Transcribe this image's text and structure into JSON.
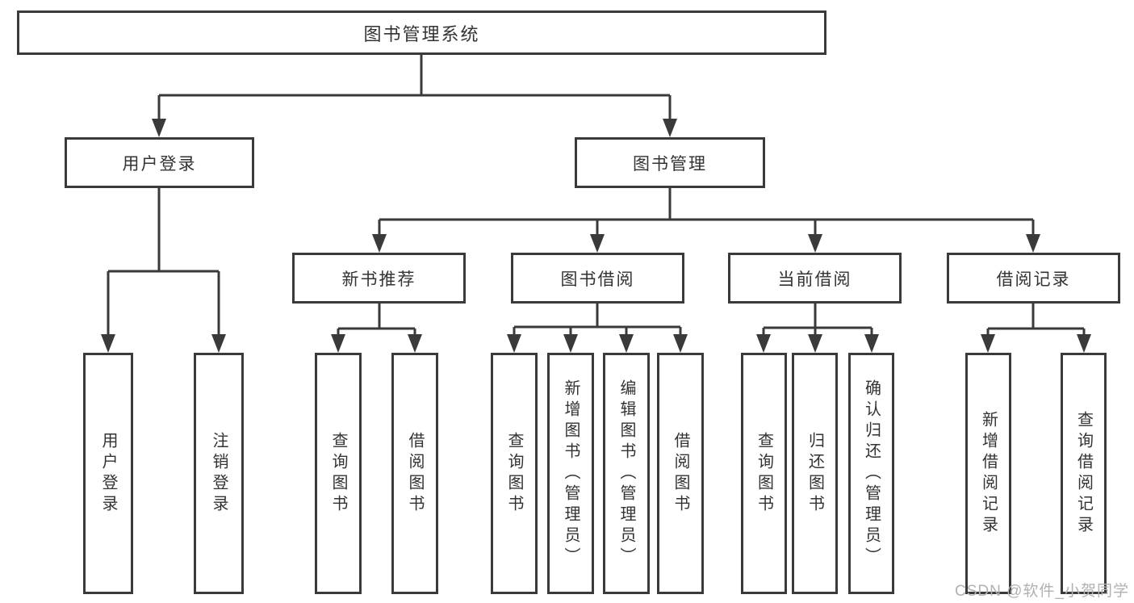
{
  "colors": {
    "line": "#3a3a3a",
    "box_border": "#3a3a3a",
    "box_fill": "#ffffff",
    "text": "#333333",
    "watermark": "#b1b1b1"
  },
  "tree": {
    "root": {
      "label": "图书管理系统"
    },
    "children": [
      {
        "label": "用户登录",
        "children": [
          {
            "label": "用户登录"
          },
          {
            "label": "注销登录"
          }
        ]
      },
      {
        "label": "图书管理",
        "children": [
          {
            "label": "新书推荐",
            "children": [
              {
                "label": "查询图书"
              },
              {
                "label": "借阅图书"
              }
            ]
          },
          {
            "label": "图书借阅",
            "children": [
              {
                "label": "查询图书"
              },
              {
                "label": "新增图书（管理员）"
              },
              {
                "label": "编辑图书（管理员）"
              },
              {
                "label": "借阅图书"
              }
            ]
          },
          {
            "label": "当前借阅",
            "children": [
              {
                "label": "查询图书"
              },
              {
                "label": "归还图书"
              },
              {
                "label": "确认归还（管理员）"
              }
            ]
          },
          {
            "label": "借阅记录",
            "children": [
              {
                "label": "新增借阅记录"
              },
              {
                "label": "查询借阅记录"
              }
            ]
          }
        ]
      }
    ]
  },
  "watermark": {
    "text": "CSDN @软件_小贺同学"
  }
}
